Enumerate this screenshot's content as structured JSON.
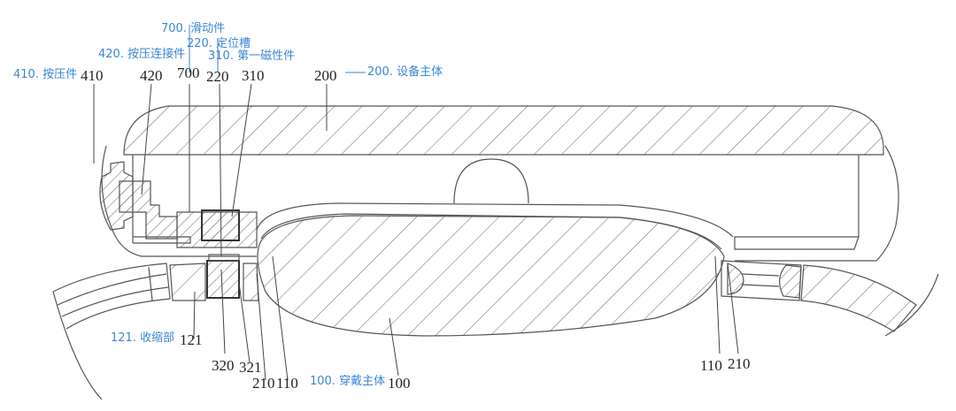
{
  "figure": {
    "type": "patent cross-section drawing",
    "subject": "wearable device with detachable device body"
  },
  "colors": {
    "annotation": "#3a86d4",
    "reference_numeral": "#222222",
    "line": "#555555"
  },
  "annotations": [
    {
      "id": "700",
      "text": "700. 滑动件"
    },
    {
      "id": "220",
      "text": "220. 定位槽"
    },
    {
      "id": "420",
      "text": "420. 按压连接件"
    },
    {
      "id": "310",
      "text": "310. 第一磁性件"
    },
    {
      "id": "410",
      "text": "410. 按压件"
    },
    {
      "id": "200",
      "text": "200. 设备主体"
    },
    {
      "id": "121",
      "text": "121. 收缩部"
    },
    {
      "id": "100",
      "text": "100. 穿戴主体"
    }
  ],
  "reference_numerals": {
    "top": [
      "410",
      "420",
      "700",
      "220",
      "310",
      "200"
    ],
    "bottom_left": [
      "121",
      "320",
      "321",
      "210",
      "110",
      "100"
    ],
    "bottom_right": [
      "110",
      "210"
    ]
  }
}
